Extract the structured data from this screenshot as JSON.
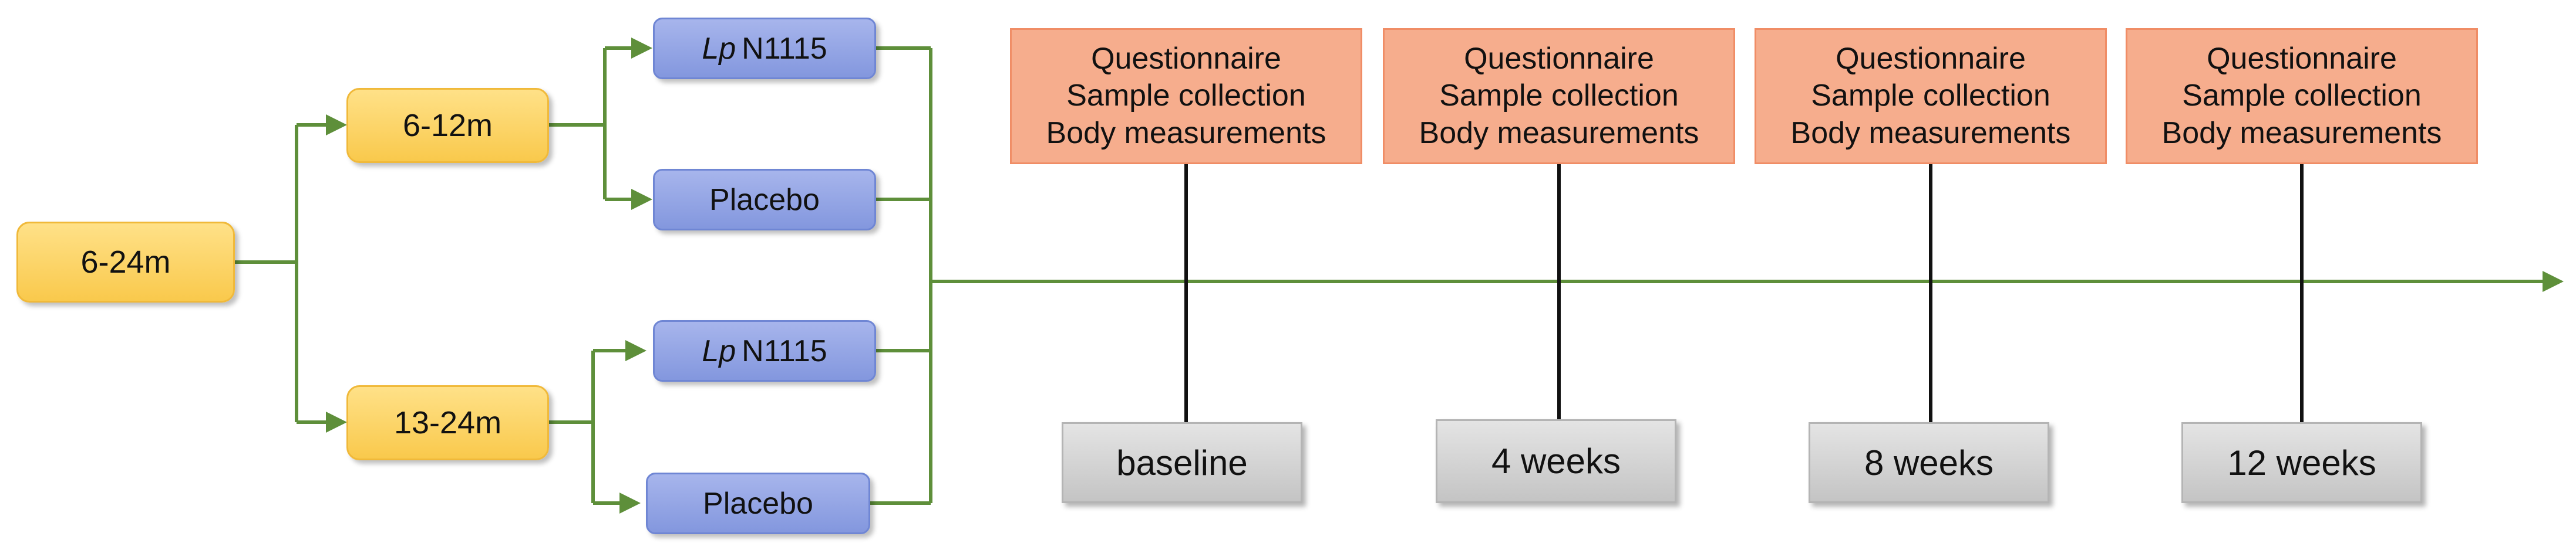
{
  "colors": {
    "connector": "#5e8f3a",
    "timeline_stem": "#111111",
    "age_fill": "#f9c94c",
    "arm_fill": "#8fa2e2",
    "measure_fill": "#f6ad8d",
    "time_fill": "#d4d4d4"
  },
  "root": {
    "label": "6-24m"
  },
  "age_groups": [
    {
      "label": "6-12m"
    },
    {
      "label": "13-24m"
    }
  ],
  "arms": [
    {
      "strain_italic": "Lp",
      "label": "N1115"
    },
    {
      "label": "Placebo"
    },
    {
      "strain_italic": "Lp",
      "label": "N1115"
    },
    {
      "label": "Placebo"
    }
  ],
  "measurements": {
    "lines": [
      "Questionnaire",
      "Sample collection",
      "Body measurements"
    ]
  },
  "timepoints": [
    {
      "label": "baseline"
    },
    {
      "label": "4 weeks"
    },
    {
      "label": "8 weeks"
    },
    {
      "label": "12 weeks"
    }
  ]
}
